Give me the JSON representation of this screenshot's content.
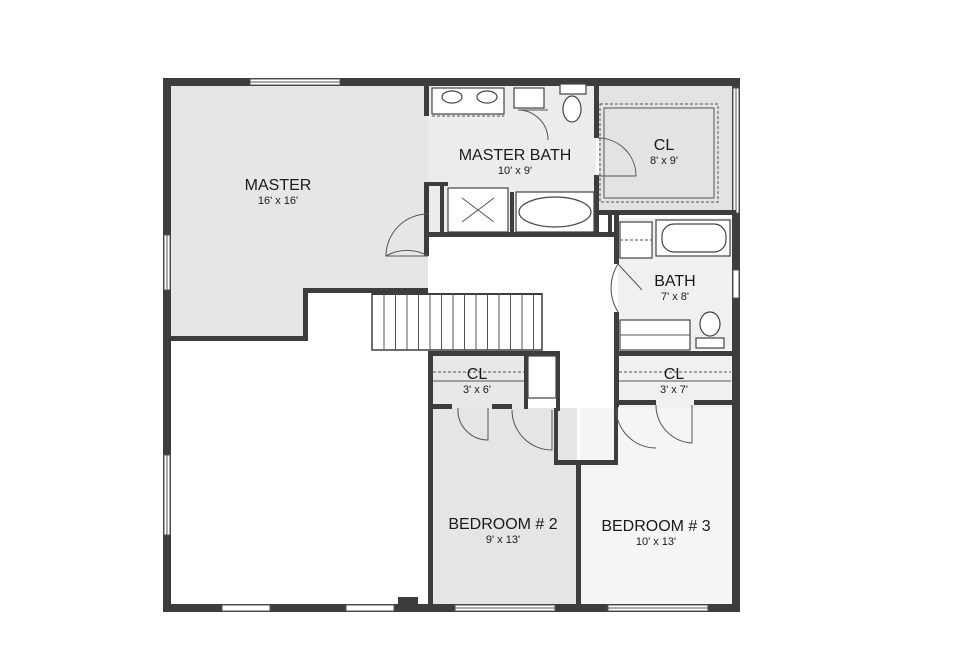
{
  "rooms": {
    "master": {
      "name": "MASTER",
      "size": "16' x 16'"
    },
    "master_bath": {
      "name": "MASTER BATH",
      "size": "10' x 9'"
    },
    "master_closet": {
      "name": "CL",
      "size": "8' x 9'"
    },
    "bath": {
      "name": "BATH",
      "size": "7' x 8'"
    },
    "closet_2": {
      "name": "CL",
      "size": "3' x 6'"
    },
    "closet_3": {
      "name": "CL",
      "size": "3' x 7'"
    },
    "bedroom_2": {
      "name": "BEDROOM # 2",
      "size": "9' x 13'"
    },
    "bedroom_3": {
      "name": "BEDROOM # 3",
      "size": "10' x 13'"
    }
  },
  "colors": {
    "wall": "#3d3d3d",
    "master_fill": "#e6e6e6",
    "bath_fill": "#ececec",
    "bedroom2_fill": "#e5e5e5",
    "bedroom3_fill": "#f5f5f5"
  }
}
